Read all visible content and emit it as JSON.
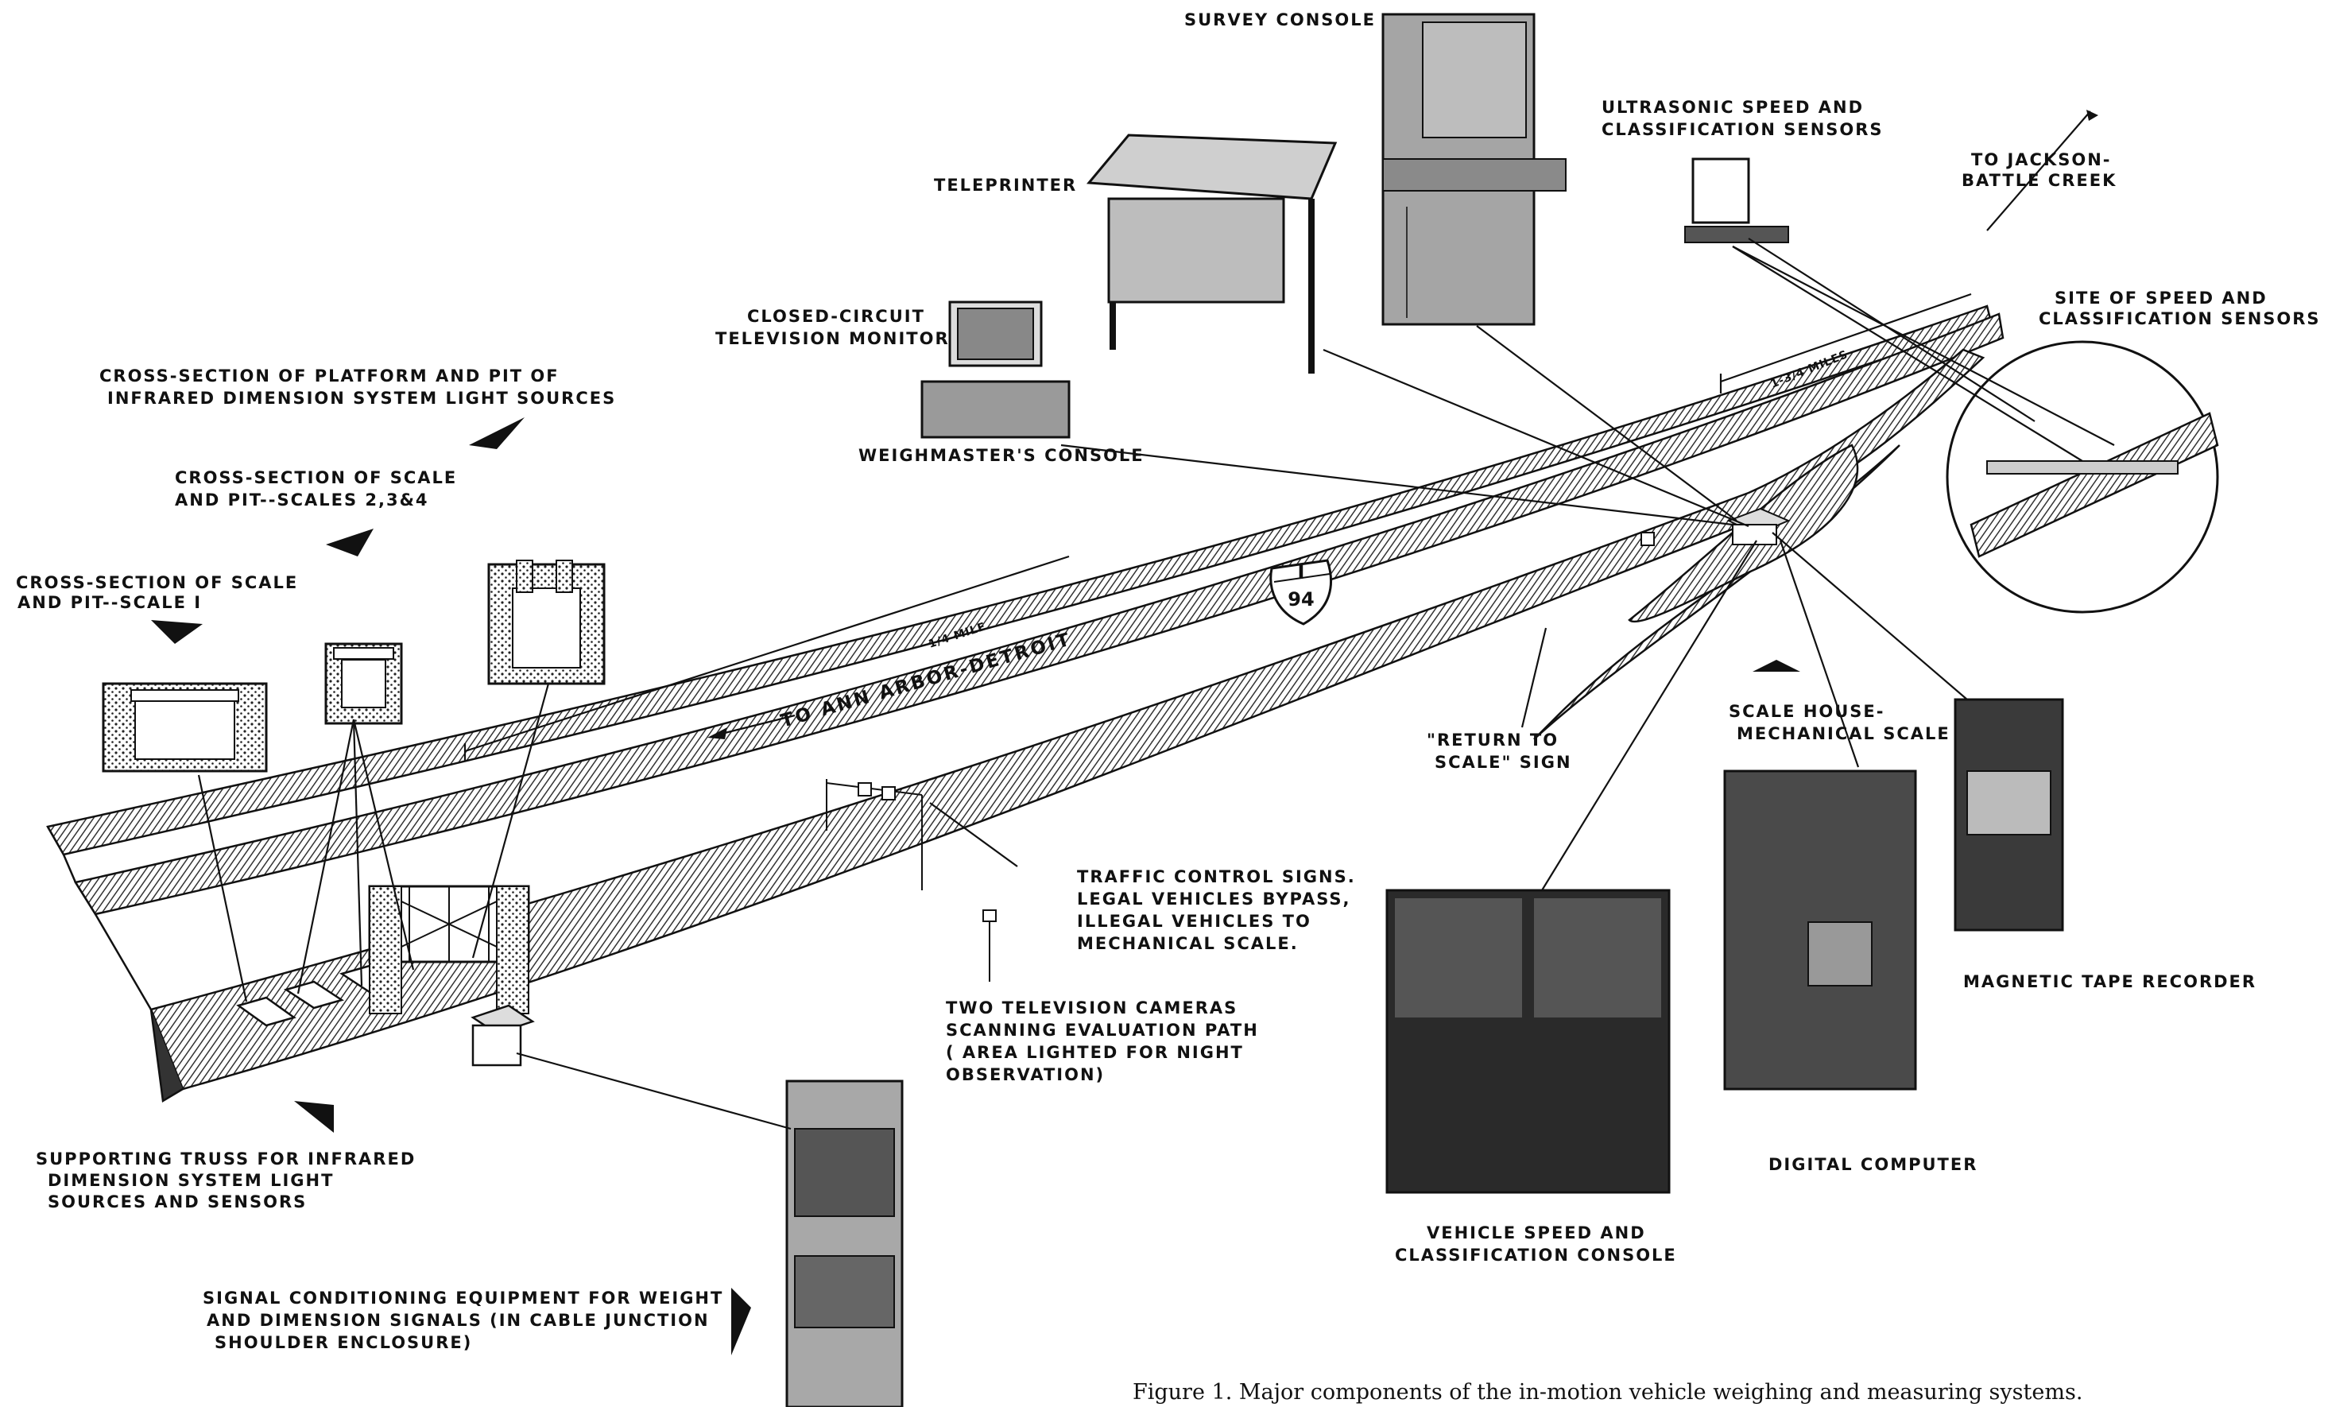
{
  "labels": {
    "survey_console": "SURVEY CONSOLE",
    "teleprinter": "TELEPRINTER",
    "ultrasonic_1": "ULTRASONIC SPEED AND",
    "ultrasonic_2": "CLASSIFICATION SENSORS",
    "jackson_1": "TO JACKSON-",
    "jackson_2": "BATTLE CREEK",
    "site_1": "SITE OF SPEED AND",
    "site_2": "CLASSIFICATION SENSORS",
    "cctv_1": "CLOSED-CIRCUIT",
    "cctv_2": "TELEVISION MONITOR",
    "weighmaster": "WEIGHMASTER'S CONSOLE",
    "platform_1": "CROSS-SECTION OF PLATFORM AND PIT OF",
    "platform_2": "INFRARED DIMENSION SYSTEM LIGHT SOURCES",
    "scales234_1": "CROSS-SECTION OF SCALE",
    "scales234_2": "AND PIT--SCALES 2,3&4",
    "scale1_1": "CROSS-SECTION OF SCALE",
    "scale1_2": "AND PIT--SCALE I",
    "mile_quarter": "1/4 MILE",
    "mile_134": "1-3/4 MILES",
    "ann_arbor": "TO ANN ARBOR-DETROIT",
    "shield_top": "I",
    "shield_num": "94",
    "return_1": "\"RETURN TO",
    "return_2": "SCALE\" SIGN",
    "scale_house_1": "SCALE HOUSE-",
    "scale_house_2": "MECHANICAL SCALE",
    "traffic_1": "TRAFFIC CONTROL SIGNS.",
    "traffic_2": "LEGAL VEHICLES BYPASS,",
    "traffic_3": "ILLEGAL VEHICLES TO",
    "traffic_4": "MECHANICAL SCALE.",
    "tape": "MAGNETIC TAPE RECORDER",
    "cameras_1": "TWO TELEVISION CAMERAS",
    "cameras_2": "SCANNING EVALUATION PATH",
    "cameras_3": "( AREA LIGHTED FOR NIGHT",
    "cameras_4": "OBSERVATION)",
    "truss_1": "SUPPORTING TRUSS FOR INFRARED",
    "truss_2": "DIMENSION SYSTEM LIGHT",
    "truss_3": "SOURCES AND SENSORS",
    "computer": "DIGITAL COMPUTER",
    "vsc_1": "VEHICLE SPEED AND",
    "vsc_2": "CLASSIFICATION CONSOLE",
    "signal_1": "SIGNAL CONDITIONING EQUIPMENT FOR WEIGHT",
    "signal_2": "AND DIMENSION SIGNALS (IN CABLE JUNCTION",
    "signal_3": "SHOULDER ENCLOSURE)"
  },
  "caption": "Figure 1.  Major components of the in-motion vehicle weighing and measuring systems.",
  "colors": {
    "ink": "#111111",
    "paper": "#ffffff",
    "road_hatch": "#3a3a3a",
    "console_gray": "#9a9a9a",
    "dark_panel": "#2a2a2a"
  }
}
